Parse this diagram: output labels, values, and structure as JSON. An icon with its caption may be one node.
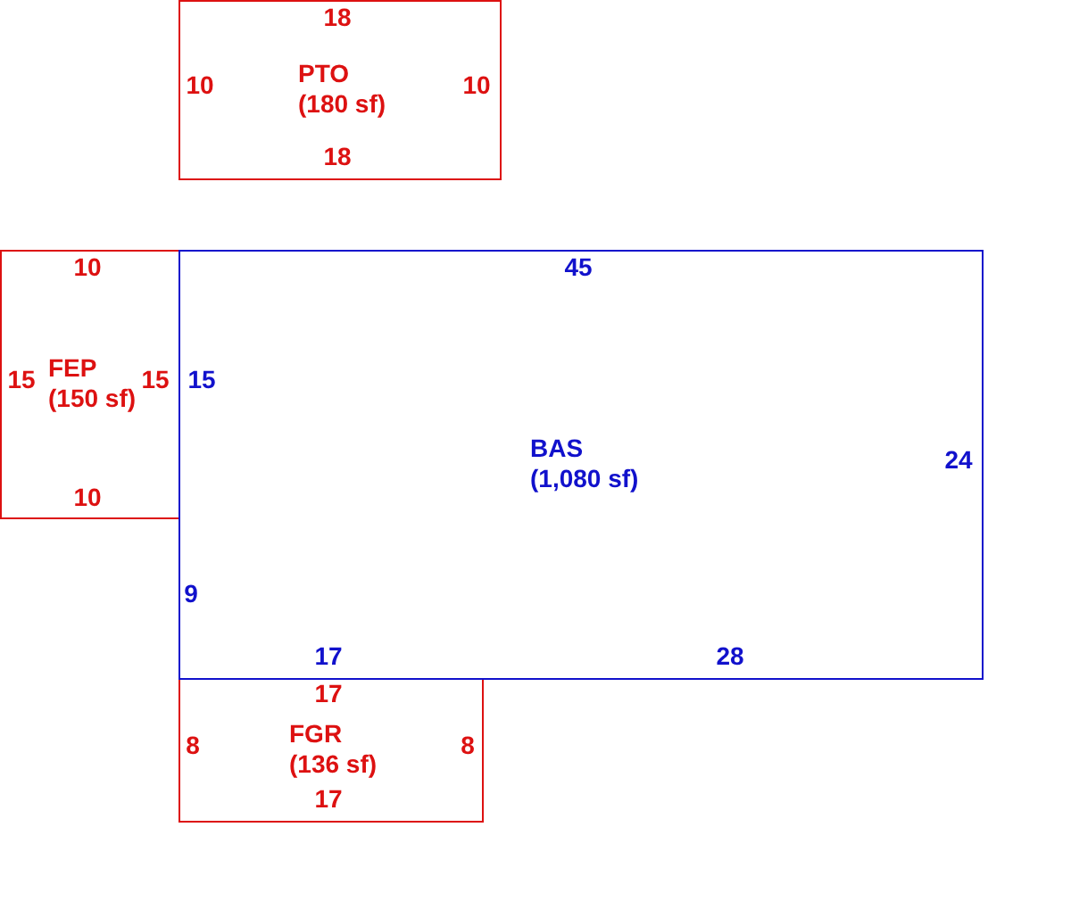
{
  "diagram": {
    "nodes": [
      {
        "text": [
          "PTO",
          "(180 sf)"
        ]
      },
      {
        "text": [
          "FEP",
          "(150 sf)"
        ]
      },
      {
        "text": [
          "BAS",
          "(1,080 sf)"
        ]
      },
      {
        "text": [
          "FGR",
          "(136 sf)"
        ]
      }
    ],
    "labels": [
      "18",
      "10",
      "10",
      "18",
      "10",
      "45",
      "15",
      "15",
      "15",
      "24",
      "10",
      "9",
      "17",
      "28",
      "17",
      "8",
      "8",
      "17"
    ]
  }
}
